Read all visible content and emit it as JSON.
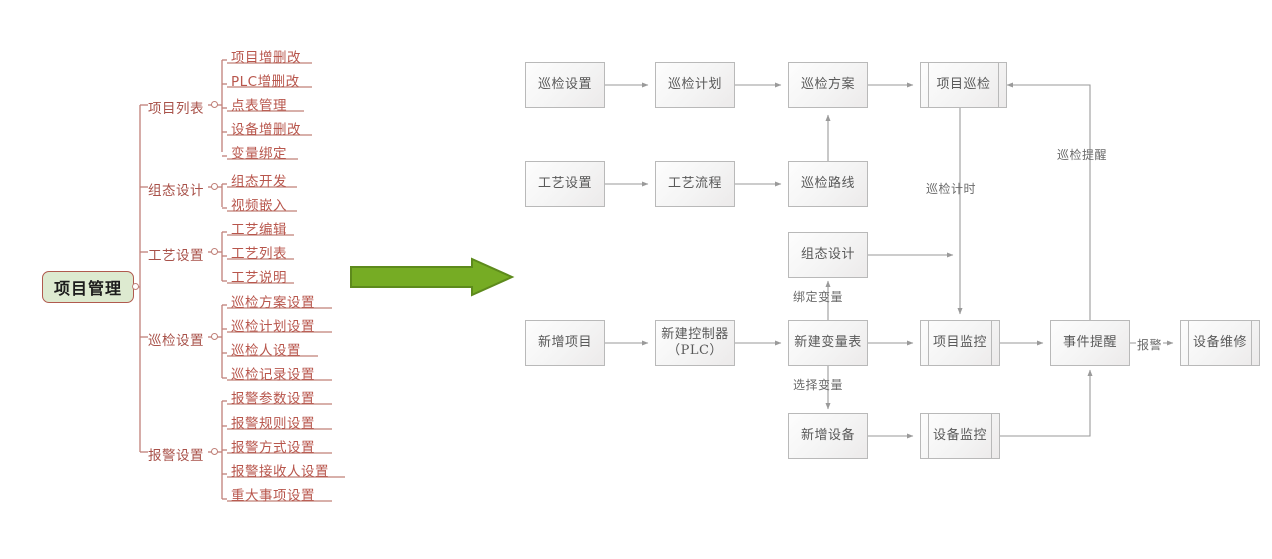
{
  "diagram": {
    "title_root": "项目管理",
    "mindmap": {
      "root": "项目管理",
      "branches": [
        {
          "label": "项目列表",
          "leaves": [
            "项目增删改",
            "PLC增删改",
            "点表管理",
            "设备增删改",
            "变量绑定"
          ]
        },
        {
          "label": "组态设计",
          "leaves": [
            "组态开发",
            "视频嵌入"
          ]
        },
        {
          "label": "工艺设置",
          "leaves": [
            "工艺编辑",
            "工艺列表",
            "工艺说明"
          ]
        },
        {
          "label": "巡检设置",
          "leaves": [
            "巡检方案设置",
            "巡检计划设置",
            "巡检人设置",
            "巡检记录设置"
          ]
        },
        {
          "label": "报警设置",
          "leaves": [
            "报警参数设置",
            "报警规则设置",
            "报警方式设置",
            "报警接收人设置",
            "重大事项设置"
          ]
        }
      ],
      "colors": {
        "root_fill": "#ddead0",
        "root_border": "#b05a4e",
        "root_text": "#1c1c1c",
        "branch_text": "#a85149",
        "leaf_text": "#b8564c",
        "connector": "#c08078"
      }
    },
    "transition_arrow": {
      "name": "green-right-arrow",
      "color": "#76ac24",
      "border": "#5d8a1c"
    },
    "flowchart": {
      "nodes": [
        {
          "id": "n1",
          "label": "巡检设置",
          "shape": "process"
        },
        {
          "id": "n2",
          "label": "巡检计划",
          "shape": "process"
        },
        {
          "id": "n3",
          "label": "巡检方案",
          "shape": "process"
        },
        {
          "id": "n4",
          "label": "项目巡检",
          "shape": "predefined-process"
        },
        {
          "id": "n5",
          "label": "工艺设置",
          "shape": "process"
        },
        {
          "id": "n6",
          "label": "工艺流程",
          "shape": "process"
        },
        {
          "id": "n7",
          "label": "巡检路线",
          "shape": "process"
        },
        {
          "id": "n8",
          "label": "组态设计",
          "shape": "process"
        },
        {
          "id": "n9",
          "label": "新增项目",
          "shape": "process"
        },
        {
          "id": "n10",
          "label": "新建控制器\n（PLC）",
          "line1": "新建控制器",
          "line2": "（PLC）",
          "shape": "process"
        },
        {
          "id": "n11",
          "label": "新建变量表",
          "shape": "process"
        },
        {
          "id": "n12",
          "label": "项目监控",
          "shape": "predefined-process"
        },
        {
          "id": "n13",
          "label": "事件提醒",
          "shape": "process"
        },
        {
          "id": "n14",
          "label": "设备维修",
          "shape": "predefined-process"
        },
        {
          "id": "n15",
          "label": "新增设备",
          "shape": "process"
        },
        {
          "id": "n16",
          "label": "设备监控",
          "shape": "predefined-process"
        }
      ],
      "edge_labels": [
        {
          "id": "e_xjts",
          "text": "巡检计时"
        },
        {
          "id": "e_xjtx",
          "text": "巡检提醒"
        },
        {
          "id": "e_bdbl",
          "text": "绑定变量"
        },
        {
          "id": "e_xzbl",
          "text": "选择变量"
        },
        {
          "id": "e_bj",
          "text": "报警"
        }
      ],
      "colors": {
        "box_border": "#b9b9b9",
        "box_text": "#595959",
        "connector": "#9a9a9a",
        "label_text": "#6a6a6a"
      }
    }
  }
}
